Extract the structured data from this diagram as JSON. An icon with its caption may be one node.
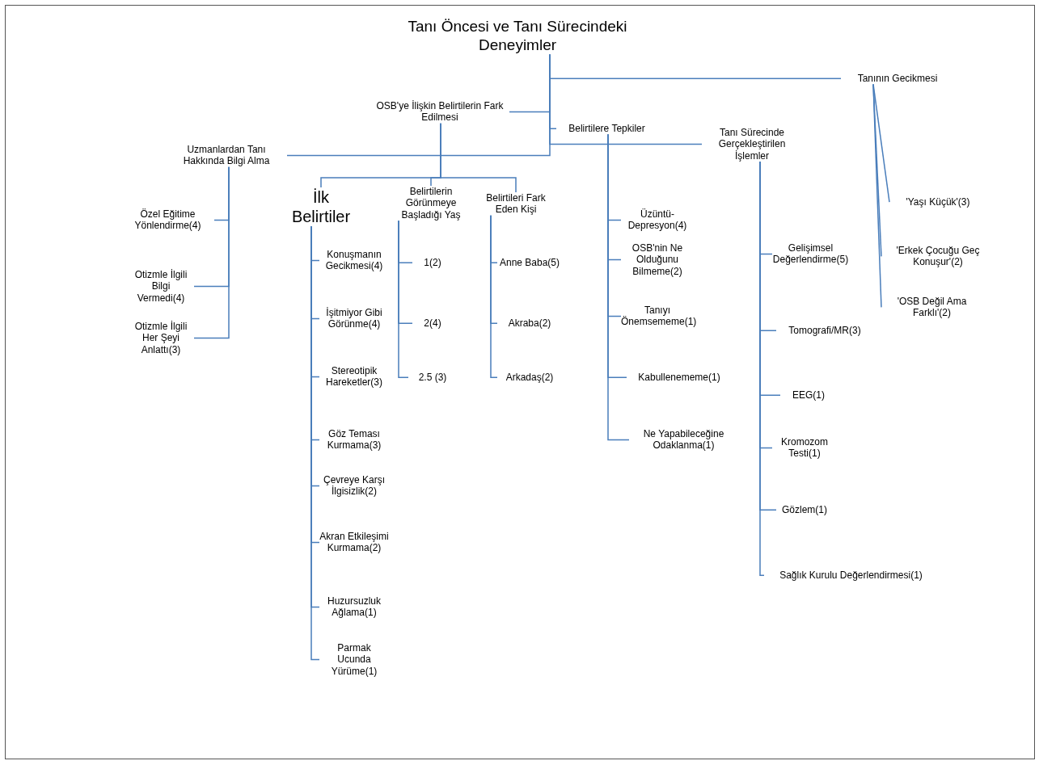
{
  "diagram": {
    "nodes": [
      {
        "text": [
          "Tanı Öncesi ve Tanı Sürecindeki Deneyimler"
        ]
      },
      {
        "text": [
          "OSB'ye İlişkin Belirtilerin Fark Edilmesi"
        ]
      },
      {
        "text": [
          "Belirtilere Tepkiler"
        ]
      },
      {
        "text": [
          "Uzmanlardan Tanı Hakkında Bilgi Alma"
        ]
      },
      {
        "text": [
          "Tanı Sürecinde Gerçekleştirilen İşlemler"
        ]
      },
      {
        "text": [
          "Tanının Gecikmesi"
        ]
      },
      {
        "text": [
          "İlk Belirtiler"
        ]
      },
      {
        "text": [
          "Belirtilerin Görünmeye Başladığı Yaş"
        ]
      },
      {
        "text": [
          "Belirtileri Fark Eden Kişi"
        ]
      },
      {
        "text": [
          "Özel Eğitime Yönlendirme(4)"
        ]
      },
      {
        "text": [
          "Otizmle İlgili Bilgi Vermedi(4)"
        ]
      },
      {
        "text": [
          "Otizmle İlgili Her Şeyi Anlattı(3)"
        ]
      },
      {
        "text": [
          "Konuşmanın Gecikmesi(4)"
        ]
      },
      {
        "text": [
          "İşitmiyor Gibi Görünme(4)"
        ]
      },
      {
        "text": [
          "Stereotipik Hareketler(3)"
        ]
      },
      {
        "text": [
          "Göz Teması Kurmama(3)"
        ]
      },
      {
        "text": [
          "Çevreye Karşı İlgisizlik(2)"
        ]
      },
      {
        "text": [
          "Akran Etkileşimi Kurmama(2)"
        ]
      },
      {
        "text": [
          "Huzursuzluk Ağlama(1)"
        ]
      },
      {
        "text": [
          "Parmak Ucunda Yürüme(1)"
        ]
      },
      {
        "text": [
          "1(2)"
        ]
      },
      {
        "text": [
          "2(4)"
        ]
      },
      {
        "text": [
          "2.5 (3)"
        ]
      },
      {
        "text": [
          "Anne Baba(5)"
        ]
      },
      {
        "text": [
          "Akraba(2)"
        ]
      },
      {
        "text": [
          "Arkadaş(2)"
        ]
      },
      {
        "text": [
          "Üzüntü-Depresyon(4)"
        ]
      },
      {
        "text": [
          "OSB'nin Ne Olduğunu Bilmeme(2)"
        ]
      },
      {
        "text": [
          "Tanıyı Önemsememe(1)"
        ]
      },
      {
        "text": [
          "Kabullenememe(1)"
        ]
      },
      {
        "text": [
          "Ne Yapabileceğine Odaklanma(1)"
        ]
      },
      {
        "text": [
          "Gelişimsel Değerlendirme(5)"
        ]
      },
      {
        "text": [
          "Tomografi/MR(3)"
        ]
      },
      {
        "text": [
          "EEG(1)"
        ]
      },
      {
        "text": [
          "Kromozom Testi(1)"
        ]
      },
      {
        "text": [
          "Gözlem(1)"
        ]
      },
      {
        "text": [
          "Sağlık Kurulu Değerlendirmesi(1)"
        ]
      },
      {
        "text": [
          "'Yaşı Küçük'(3)"
        ]
      },
      {
        "text": [
          "'Erkek Çocuğu Geç Konuşur'(2)"
        ]
      },
      {
        "text": [
          "'OSB Değil Ama Farklı'(2)"
        ]
      }
    ],
    "edges": [
      {
        "from": 0,
        "to": 1,
        "arrow": "none"
      },
      {
        "from": 0,
        "to": 2,
        "arrow": "none"
      },
      {
        "from": 0,
        "to": 3,
        "arrow": "none"
      },
      {
        "from": 0,
        "to": 4,
        "arrow": "none"
      },
      {
        "from": 0,
        "to": 5,
        "arrow": "none"
      },
      {
        "from": 1,
        "to": 6,
        "arrow": "none"
      },
      {
        "from": 1,
        "to": 7,
        "arrow": "none"
      },
      {
        "from": 1,
        "to": 8,
        "arrow": "none"
      },
      {
        "from": 3,
        "to": 9,
        "arrow": "none"
      },
      {
        "from": 3,
        "to": 10,
        "arrow": "none"
      },
      {
        "from": 3,
        "to": 11,
        "arrow": "none"
      },
      {
        "from": 6,
        "to": 12,
        "arrow": "none"
      },
      {
        "from": 6,
        "to": 13,
        "arrow": "none"
      },
      {
        "from": 6,
        "to": 14,
        "arrow": "none"
      },
      {
        "from": 6,
        "to": 15,
        "arrow": "none"
      },
      {
        "from": 6,
        "to": 16,
        "arrow": "none"
      },
      {
        "from": 6,
        "to": 17,
        "arrow": "none"
      },
      {
        "from": 6,
        "to": 18,
        "arrow": "none"
      },
      {
        "from": 6,
        "to": 19,
        "arrow": "none"
      },
      {
        "from": 7,
        "to": 20,
        "arrow": "none"
      },
      {
        "from": 7,
        "to": 21,
        "arrow": "none"
      },
      {
        "from": 7,
        "to": 22,
        "arrow": "none"
      },
      {
        "from": 8,
        "to": 23,
        "arrow": "none"
      },
      {
        "from": 8,
        "to": 24,
        "arrow": "none"
      },
      {
        "from": 8,
        "to": 25,
        "arrow": "none"
      },
      {
        "from": 2,
        "to": 26,
        "arrow": "none"
      },
      {
        "from": 2,
        "to": 27,
        "arrow": "none"
      },
      {
        "from": 2,
        "to": 28,
        "arrow": "none"
      },
      {
        "from": 2,
        "to": 29,
        "arrow": "none"
      },
      {
        "from": 2,
        "to": 30,
        "arrow": "none"
      },
      {
        "from": 4,
        "to": 31,
        "arrow": "none"
      },
      {
        "from": 4,
        "to": 32,
        "arrow": "none"
      },
      {
        "from": 4,
        "to": 33,
        "arrow": "none"
      },
      {
        "from": 4,
        "to": 34,
        "arrow": "none"
      },
      {
        "from": 4,
        "to": 35,
        "arrow": "none"
      },
      {
        "from": 4,
        "to": 36,
        "arrow": "none"
      },
      {
        "from": 5,
        "to": 37,
        "arrow": "none"
      },
      {
        "from": 5,
        "to": 38,
        "arrow": "none"
      },
      {
        "from": 5,
        "to": 39,
        "arrow": "none"
      }
    ]
  }
}
